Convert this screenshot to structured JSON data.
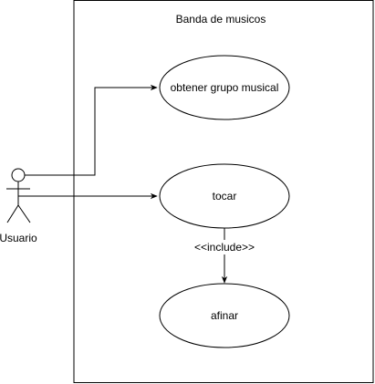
{
  "diagram": {
    "system_boundary": {
      "label": "Banda de musicos"
    },
    "actor": {
      "label": "Usuario"
    },
    "use_cases": {
      "obtener": {
        "label": "obtener grupo musical"
      },
      "tocar": {
        "label": "tocar"
      },
      "afinar": {
        "label": "afinar"
      }
    },
    "relationships": {
      "include": {
        "label": "<<include>>"
      }
    }
  },
  "colors": {
    "stroke": "#000000",
    "fill": "#ffffff"
  }
}
